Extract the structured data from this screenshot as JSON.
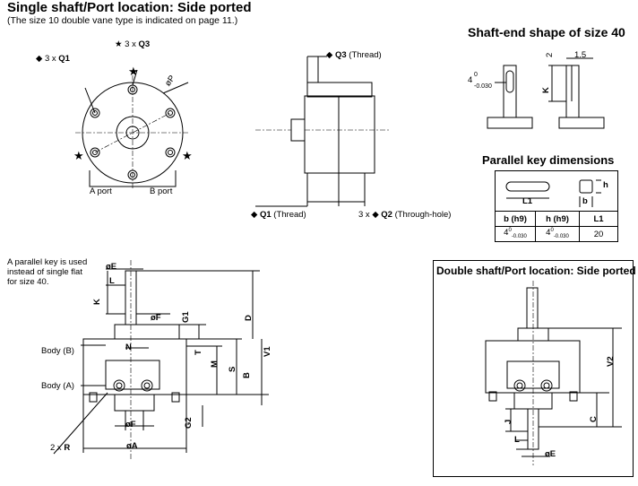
{
  "header": {
    "title": "Single shaft/Port location: Side ported",
    "subtitle": "(The size 10 double vane type is indicated on page 11.)"
  },
  "front_view": {
    "q1_prefix": "◆ 3 x ",
    "q1": "Q1",
    "q3_prefix": "★ 3 x ",
    "q3": "Q3",
    "diam_p": "øP",
    "port_a": "A port",
    "port_b": "B port",
    "star": "★"
  },
  "side_view": {
    "q3_label": "Q3",
    "q3_note": "(Thread)",
    "q1_label": "Q1",
    "q1_note": "(Thread)",
    "q2_prefix": "3 x ",
    "q2_label": "Q2",
    "q2_note": "(Through-hole)",
    "diamond": "◆"
  },
  "shaft_end": {
    "title": "Shaft-end shape of size 40",
    "dim_width": "4",
    "dim_tol": "-0.030",
    "dim_zero": "0",
    "dim_2": "2",
    "dim_15": "1.5",
    "dim_k": "K"
  },
  "parallel_key": {
    "title": "Parallel key dimensions",
    "label_l1": "L1",
    "label_h": "h",
    "label_b": "b",
    "headers": [
      "b (h9)",
      "h (h9)",
      "L1"
    ],
    "row_base": [
      "4",
      "4",
      "20"
    ],
    "row_tol": "-0.030",
    "row_zero": "0"
  },
  "bottom_view": {
    "note_lines": [
      "A parallel key is used",
      "instead of single flat",
      "for size 40."
    ],
    "k": "K",
    "e": "øE",
    "l": "L",
    "f_top": "øF",
    "g1": "G1",
    "d": "D",
    "n": "N",
    "t": "T",
    "m": "M",
    "s": "S",
    "b": "B",
    "v1": "V1",
    "body_b": "Body (B)",
    "body_a": "Body (A)",
    "f_bottom": "øF",
    "g2": "G2",
    "r_prefix": "2 x ",
    "r": "R",
    "a": "øA"
  },
  "double_shaft": {
    "title": "Double shaft/Port location: Side ported",
    "v2": "V2",
    "j": "J",
    "c": "C",
    "l": "L",
    "e": "øE"
  }
}
